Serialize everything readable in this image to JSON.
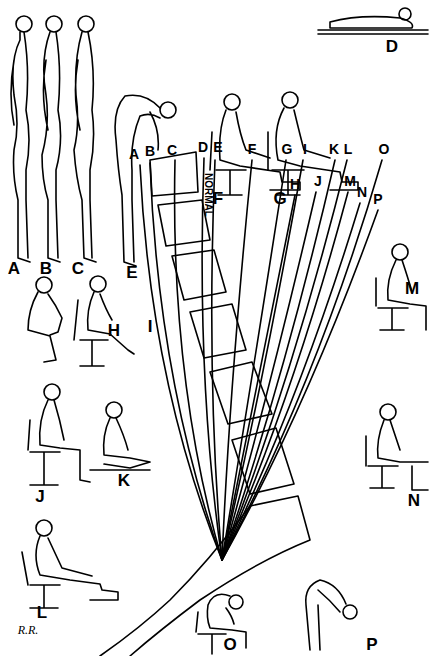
{
  "diagram": {
    "labels": [
      "A",
      "B",
      "C",
      "D",
      "E",
      "F",
      "G",
      "H",
      "I",
      "J",
      "K",
      "L",
      "M",
      "N",
      "O",
      "P",
      "A",
      "B",
      "C",
      "D",
      "E",
      "F",
      "G",
      "H",
      "I",
      "J",
      "K",
      "L",
      "M",
      "N",
      "O",
      "P",
      "NORMAL",
      "R.R."
    ]
  }
}
